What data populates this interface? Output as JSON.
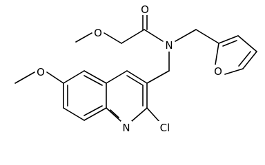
{
  "molecule": {
    "atoms": {
      "carbonyl_oxygen": "O",
      "ether_oxygen_top": "O",
      "amide_nitrogen": "N",
      "furan_oxygen": "O",
      "methoxy_oxygen_left": "O",
      "quinoline_nitrogen": "N",
      "chlorine": "Cl"
    }
  }
}
